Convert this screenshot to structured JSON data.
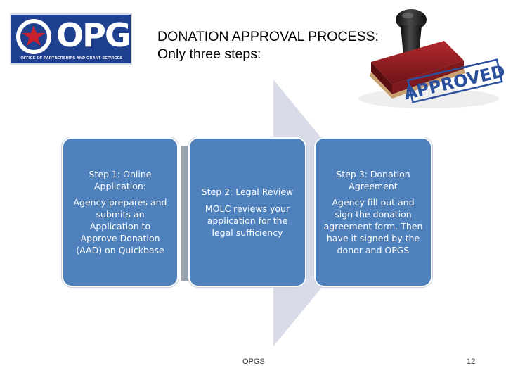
{
  "logo": {
    "letters": "OPGS",
    "subtitle": "OFFICE OF PARTNERSHIPS AND GRANT SERVICES"
  },
  "title": {
    "line1": "DONATION APPROVAL PROCESS:",
    "line2": "Only three steps:"
  },
  "stamp": {
    "text": "APPROVED"
  },
  "steps": [
    {
      "title": "Step 1: Online Application:",
      "body": "Agency prepares and submits an Application to Approve Donation (AAD) on Quickbase"
    },
    {
      "title": "Step 2: Legal Review",
      "body": "MOLC reviews your application for the legal sufficiency"
    },
    {
      "title": "Step 3: Donation Agreement",
      "body": "Agency fill out and sign the donation agreement form. Then have it signed by the donor and OPGS"
    }
  ],
  "footer": {
    "label": "OPGS",
    "page_number": "12"
  },
  "colors": {
    "box_fill": "#4f81bd",
    "arrow_fill": "#d9dce8",
    "logo_bg": "#1f3f8f",
    "star_red": "#c8202f",
    "stamp_handle": "#1a1a1a",
    "stamp_base": "#9c1f24",
    "stamp_text": "#2a4f9c"
  }
}
